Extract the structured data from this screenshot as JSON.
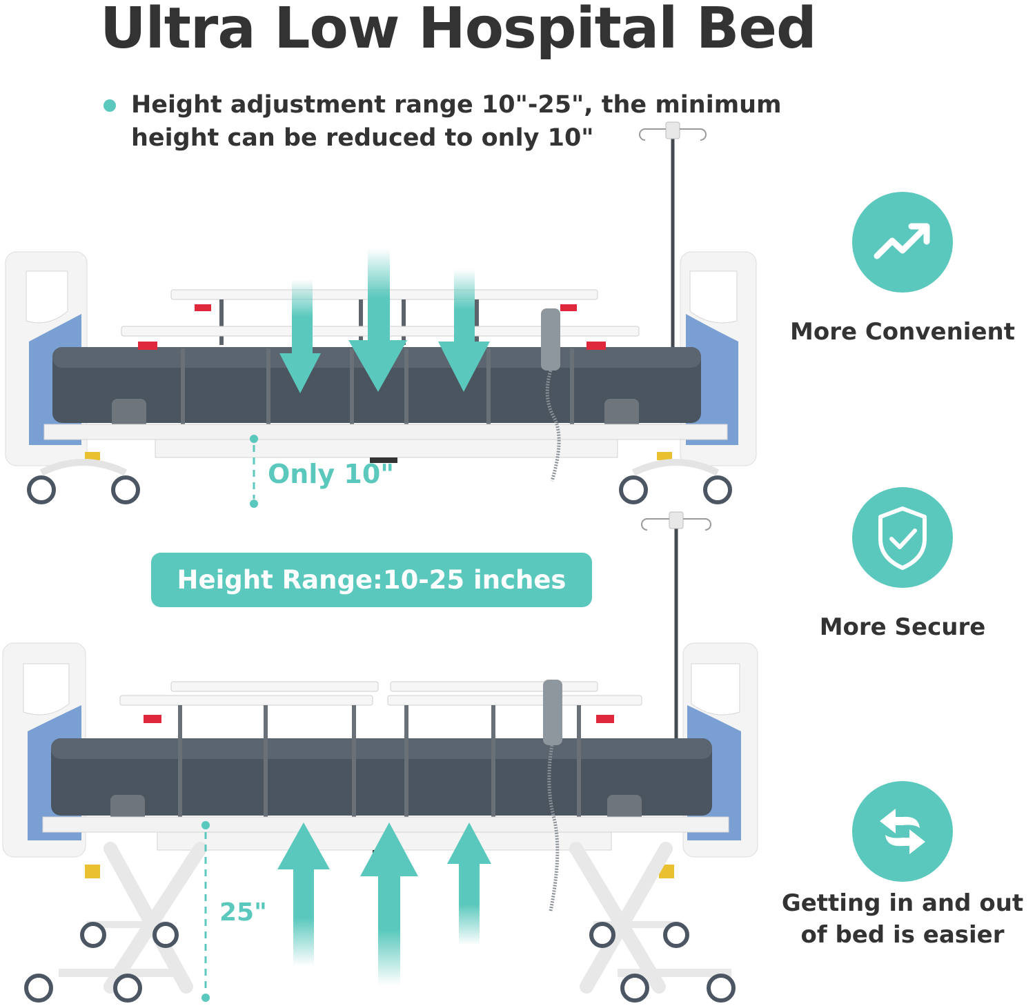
{
  "header": {
    "title": "Ultra Low Hospital Bed",
    "bullet_line1": "Height adjustment range 10\"-25\", the minimum",
    "bullet_line2": "height can be reduced to only 10\""
  },
  "beds": {
    "low": {
      "label": "Only 10\"",
      "arrow_direction": "down"
    },
    "high": {
      "label": "25\"",
      "arrow_direction": "up"
    }
  },
  "range_badge": {
    "label": "Height Range:10-25 inches"
  },
  "features": [
    {
      "icon": "trend-up-icon",
      "label": "More Convenient"
    },
    {
      "icon": "shield-check-icon",
      "label": "More Secure"
    },
    {
      "icon": "swap-arrows-icon",
      "label_line1": "Getting in and out",
      "label_line2": "of bed is easier"
    }
  ],
  "colors": {
    "accent": "#5ac8bd",
    "text": "#333333",
    "mattress": "#4a5560",
    "headboard_panel": "#7a9fd2",
    "frame": "#f2f2f2",
    "red_latch": "#e0283c",
    "yellow_block": "#e8c030"
  }
}
